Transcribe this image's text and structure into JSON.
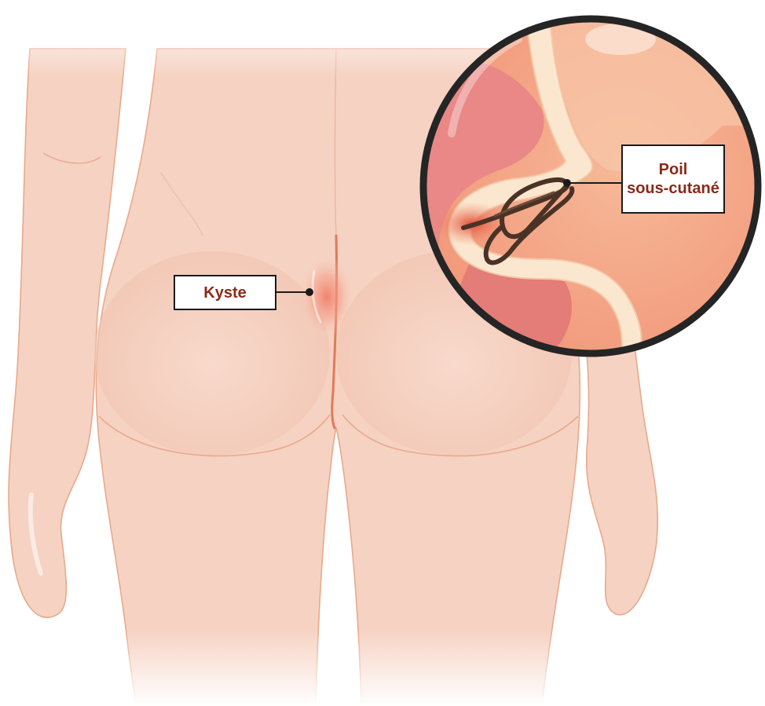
{
  "labels": {
    "cyst": "Kyste",
    "hair_line1": "Poil",
    "hair_line2": "sous-cutané"
  },
  "colors": {
    "label_text": "#8b2a17",
    "skin": "#f6d2c2",
    "skin_outline": "#e8a98c",
    "magnifier_rim": "#252525",
    "dermis": "#f7d8c0",
    "tissue": "#e88a86",
    "hair": "#4a3326",
    "inflammation": "#e8634a"
  },
  "icons": {
    "magnifier": "magnifier-lens-icon",
    "cyst_marker": "cyst-marker-dot",
    "hair_marker": "hair-marker-dot"
  }
}
